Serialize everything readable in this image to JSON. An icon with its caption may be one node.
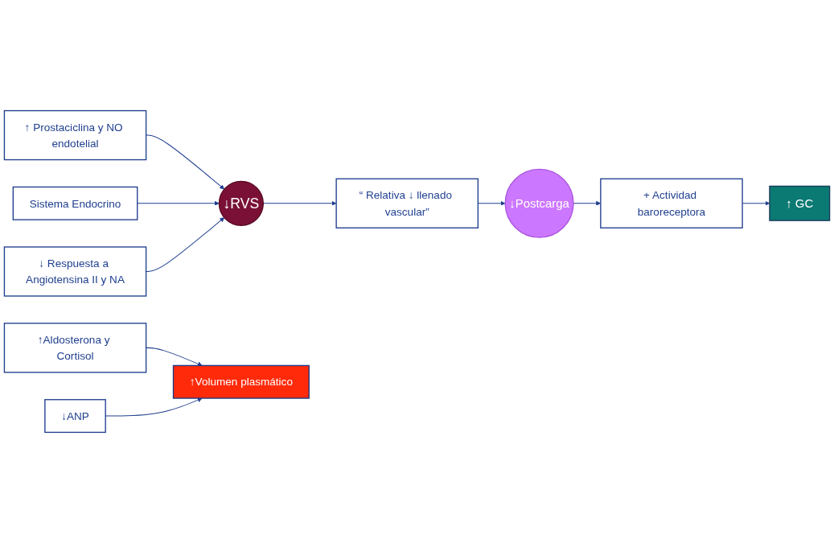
{
  "diagram": {
    "nodes": [
      {
        "text": [
          "↓RVS"
        ]
      },
      {
        "text": [
          "“ Relativa ↓ llenado vascular”"
        ]
      },
      {
        "text": [
          "↓Postcarga"
        ]
      },
      {
        "text": [
          "+ Actividad baroreceptora"
        ]
      },
      {
        "text": [
          "↑ GC"
        ]
      },
      {
        "text": [
          "↑ Prostaciclina y NO endotelial"
        ]
      },
      {
        "text": [
          "Sistema Endocrino"
        ]
      },
      {
        "text": [
          "↓ Respuesta a Angiotensina II y NA"
        ]
      },
      {
        "text": [
          "↑Volumen plasmático"
        ]
      },
      {
        "text": [
          "↑Aldosterona y Cortisol"
        ]
      },
      {
        "text": [
          "↓ANP"
        ]
      }
    ],
    "edges": [
      {
        "from": 0,
        "to": 1,
        "arrow": "to"
      },
      {
        "from": 1,
        "to": 2,
        "arrow": "to"
      },
      {
        "from": 2,
        "to": 3,
        "arrow": "to"
      },
      {
        "from": 3,
        "to": 4,
        "arrow": "to"
      },
      {
        "from": 5,
        "to": 0,
        "arrow": "to"
      },
      {
        "from": 6,
        "to": 0,
        "arrow": "to"
      },
      {
        "from": 7,
        "to": 0,
        "arrow": "to"
      },
      {
        "from": 9,
        "to": 8,
        "arrow": "to"
      },
      {
        "from": 10,
        "to": 8,
        "arrow": "to"
      }
    ]
  }
}
